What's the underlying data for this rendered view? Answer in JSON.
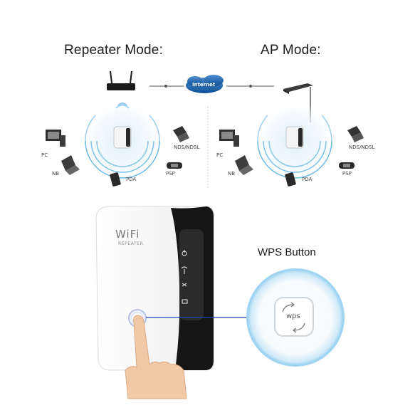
{
  "titles": {
    "repeater_mode": "Repeater Mode:",
    "ap_mode": "AP Mode:"
  },
  "cloud": {
    "label": "Internet"
  },
  "devices": {
    "pc": "PC",
    "nb": "NB",
    "pda": "PDA",
    "psp": "PSP",
    "nds": "NDS/NDSL"
  },
  "product": {
    "brand": "WiFi",
    "model": "REPEATER"
  },
  "callout": {
    "title": "WPS Button",
    "button_text": "wps"
  },
  "colors": {
    "signal_blue": "#4aa3e0",
    "link_line": "#2b3fb8",
    "device_black": "#1a1a1a",
    "cloud_blue": "#1a5ea8"
  }
}
